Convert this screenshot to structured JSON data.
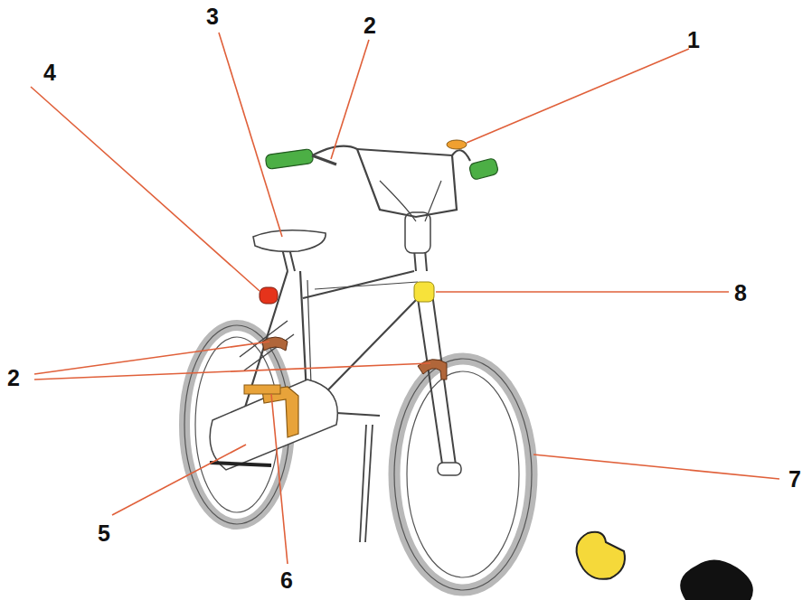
{
  "diagram": {
    "labels": [
      "3",
      "2",
      "1",
      "4",
      "8",
      "2",
      "7",
      "5",
      "6"
    ]
  }
}
